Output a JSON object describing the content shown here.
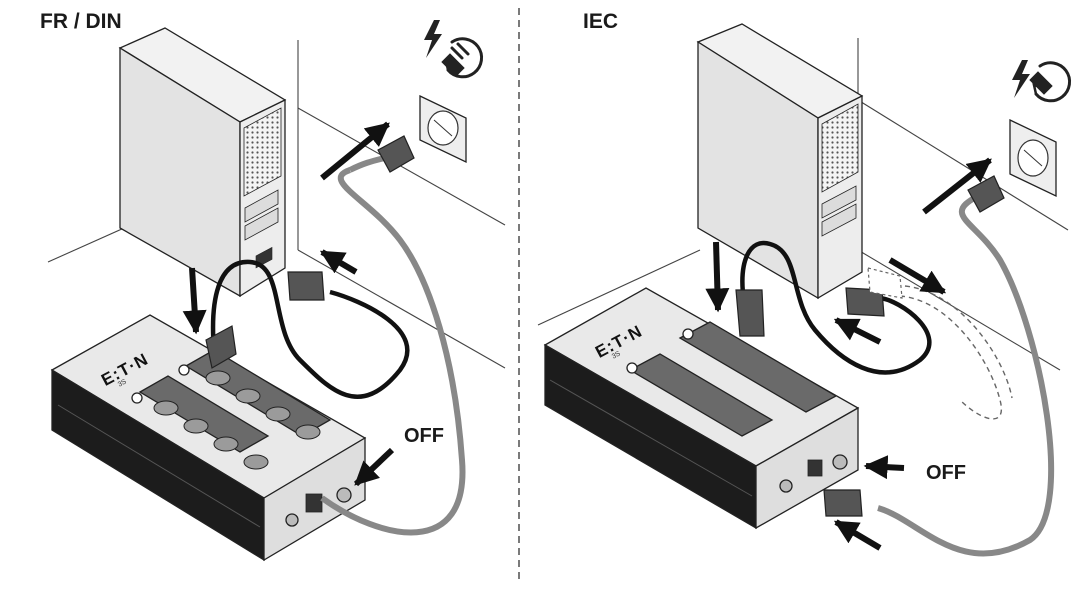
{
  "panels": {
    "left": {
      "title": "FR / DIN",
      "off_label": "OFF",
      "brand": "E:T·N",
      "model": "3S"
    },
    "right": {
      "title": "IEC",
      "off_label": "OFF",
      "brand": "E:T·N",
      "model": "3S"
    }
  },
  "colors": {
    "ink": "#1a1a1a",
    "device_top": "#e9e9e9",
    "device_body": "#1c1c1c",
    "socket_panel": "#6a6a6a",
    "cable_gray": "#808080",
    "wall_plate": "#eeeeee"
  },
  "icons": [
    "power-plug-icon",
    "lightning-icon"
  ]
}
